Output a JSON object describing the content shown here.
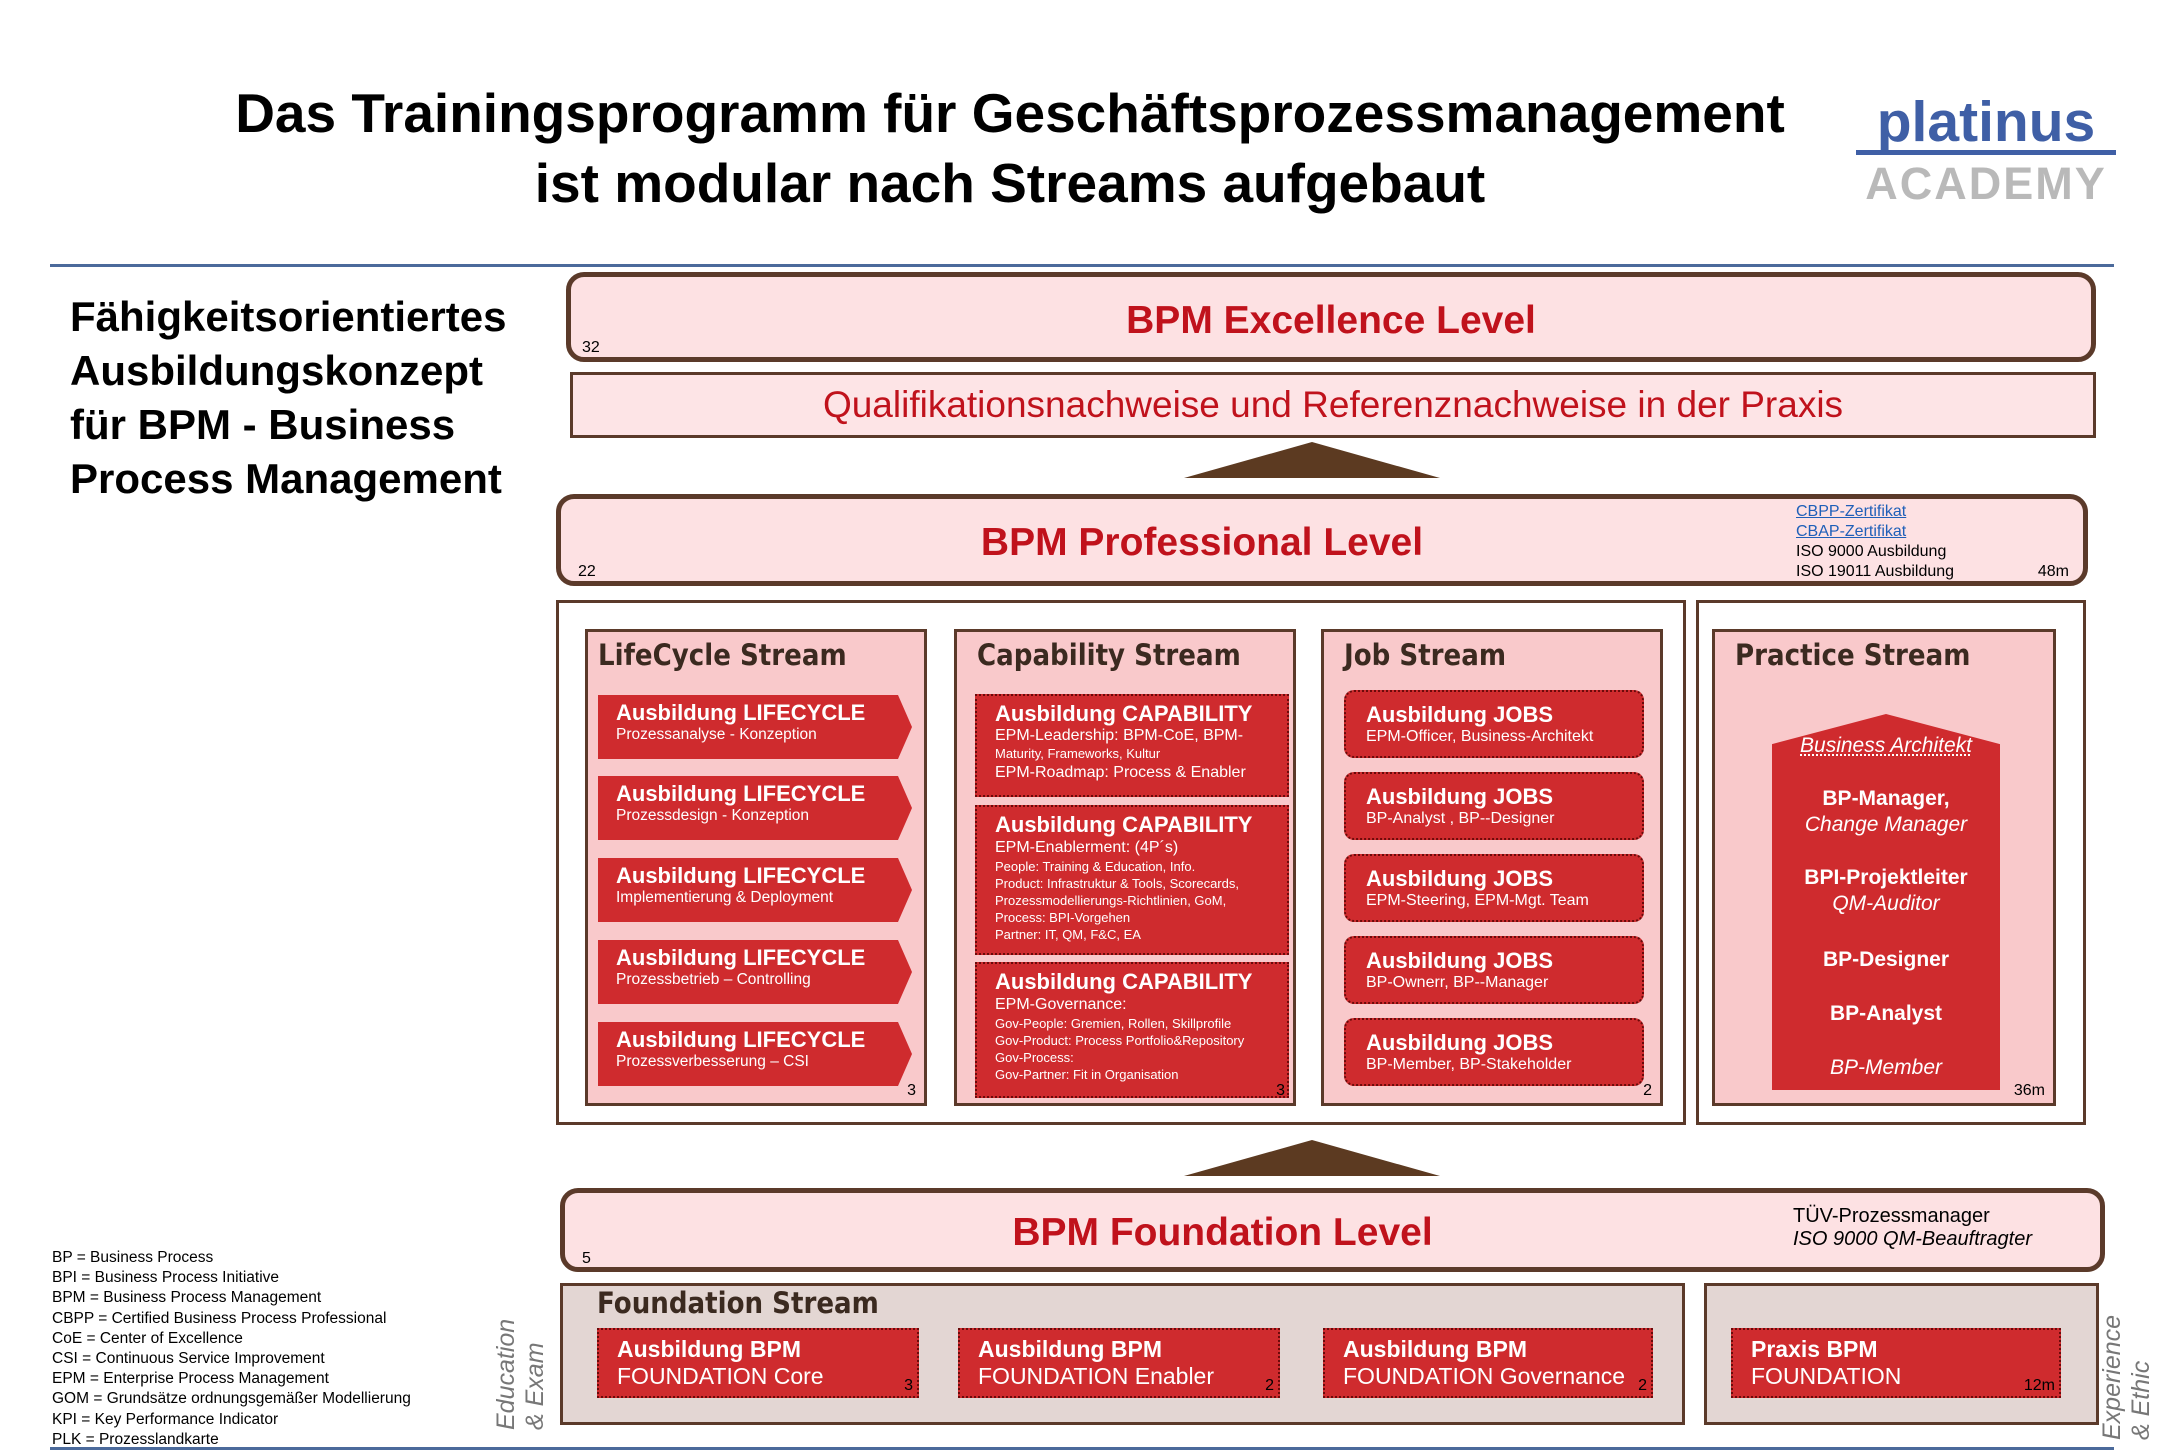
{
  "header": {
    "title_line1": "Das Trainingsprogramm für Geschäftsprozessmanagement",
    "title_line2": "ist modular nach Streams aufgebaut",
    "logo_top": "platinus",
    "logo_bottom": "ACADEMY"
  },
  "subtitle": [
    "Fähigkeitsorientiertes",
    "Ausbildungskonzept",
    "für BPM - Business",
    "Process Management"
  ],
  "excellence": {
    "label": "BPM Excellence Level",
    "num": "32"
  },
  "qualification": "Qualifikationsnachweise und Referenznachweise in der Praxis",
  "professional": {
    "label": "BPM Professional Level",
    "num": "22",
    "duration": "48m",
    "certs": [
      "CBPP-Zertifikat",
      "CBAP-Zertifikat",
      "ISO 9000 Ausbildung",
      "ISO 19011 Ausbildung"
    ]
  },
  "lifecycle": {
    "title": "LifeCycle Stream",
    "num": "3",
    "items": [
      {
        "h": "Ausbildung LIFECYCLE",
        "s": "Prozessanalyse - Konzeption"
      },
      {
        "h": "Ausbildung LIFECYCLE",
        "s": "Prozessdesign - Konzeption"
      },
      {
        "h": "Ausbildung LIFECYCLE",
        "s": "Implementierung & Deployment"
      },
      {
        "h": "Ausbildung LIFECYCLE",
        "s": "Prozessbetrieb – Controlling"
      },
      {
        "h": "Ausbildung LIFECYCLE",
        "s": "Prozessverbesserung – CSI"
      }
    ]
  },
  "capability": {
    "title": "Capability Stream",
    "num": "3",
    "items": [
      {
        "h": "Ausbildung CAPABILITY",
        "lines": [
          "EPM-Leadership: BPM-CoE, BPM-",
          "Maturity, Frameworks, Kultur",
          "EPM-Roadmap: Process & Enabler"
        ]
      },
      {
        "h": "Ausbildung CAPABILITY",
        "lines": [
          "EPM-Enablerment: (4P´s)",
          "People: Training & Education, Info.",
          "Product: Infrastruktur & Tools, Scorecards,",
          "Prozessmodellierungs-Richtlinien, GoM,",
          "Process: BPI-Vorgehen",
          "Partner: IT, QM, F&C, EA"
        ]
      },
      {
        "h": "Ausbildung CAPABILITY",
        "lines": [
          "EPM-Governance:",
          "Gov-People: Gremien, Rollen, Skillprofile",
          "Gov-Product: Process Portfolio&Repository",
          "Gov-Process:",
          "Gov-Partner: Fit in Organisation"
        ]
      }
    ]
  },
  "job": {
    "title": "Job Stream",
    "num": "2",
    "items": [
      {
        "h": "Ausbildung JOBS",
        "s": "EPM-Officer, Business-Architekt"
      },
      {
        "h": "Ausbildung JOBS",
        "s": "BP-Analyst , BP--Designer"
      },
      {
        "h": "Ausbildung JOBS",
        "s": "EPM-Steering, EPM-Mgt. Team"
      },
      {
        "h": "Ausbildung JOBS",
        "s": "BP-Ownerr, BP--Manager"
      },
      {
        "h": "Ausbildung JOBS",
        "s": "BP-Member, BP-Stakeholder"
      }
    ]
  },
  "practice": {
    "title": "Practice Stream",
    "duration": "36m",
    "roles": [
      "Business Architekt",
      "BP-Manager,",
      "Change Manager",
      "BPI-Projektleiter",
      "QM-Auditor",
      "BP-Designer",
      "BP-Analyst",
      "BP-Member"
    ]
  },
  "foundation": {
    "label": "BPM Foundation Level",
    "num": "5",
    "certs": [
      "TÜV-Prozessmanager",
      "ISO 9000 QM-Beauftragter"
    ]
  },
  "foundation_stream": {
    "title": "Foundation Stream",
    "items": [
      {
        "h": "Ausbildung BPM",
        "s": "FOUNDATION Core",
        "num": "3"
      },
      {
        "h": "Ausbildung BPM",
        "s": "FOUNDATION Enabler",
        "num": "2"
      },
      {
        "h": "Ausbildung BPM",
        "s": "FOUNDATION Governance",
        "num": "2"
      }
    ]
  },
  "praxis": {
    "h": "Praxis BPM",
    "s": "FOUNDATION",
    "num": "12m"
  },
  "side_left": [
    "Education",
    "& Exam"
  ],
  "side_right": [
    "Experience",
    "& Ethic"
  ],
  "abbreviations": [
    "BP = Business Process",
    "BPI = Business Process Initiative",
    "BPM = Business Process Management",
    "CBPP = Certified Business Process Professional",
    "CoE = Center of Excellence",
    "CSI = Continuous Service Improvement",
    "EPM = Enterprise Process Management",
    "GOM = Grundsätze ordnungsgemäßer Modellierung",
    "KPI = Key Performance Indicator",
    "PLK = Prozesslandkarte"
  ],
  "colors": {
    "red": "#cf2b2e",
    "dark_red_text": "#c0121c",
    "brown": "#5b3a2a",
    "light_pink": "#fde1e3",
    "pink": "#f9c9cb",
    "gray": "#e3d6d3",
    "logo_blue": "#3f5fa6"
  }
}
